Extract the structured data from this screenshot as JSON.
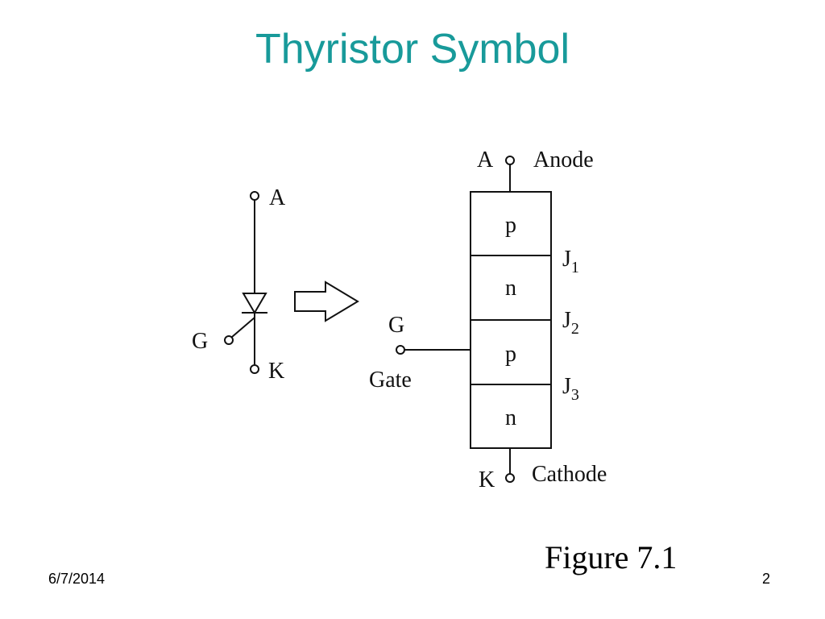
{
  "slide": {
    "title": "Thyristor Symbol",
    "figure_caption": "Figure 7.1",
    "date": "6/7/2014",
    "page_number": "2"
  },
  "symbol": {
    "anode_letter": "A",
    "gate_letter": "G",
    "cathode_letter": "K"
  },
  "structure": {
    "anode_letter": "A",
    "anode_label": "Anode",
    "gate_letter": "G",
    "gate_label": "Gate",
    "cathode_letter": "K",
    "cathode_label": "Cathode",
    "layers": [
      "p",
      "n",
      "p",
      "n"
    ],
    "junctions": [
      {
        "letter": "J",
        "sub": "1"
      },
      {
        "letter": "J",
        "sub": "2"
      },
      {
        "letter": "J",
        "sub": "3"
      }
    ]
  }
}
